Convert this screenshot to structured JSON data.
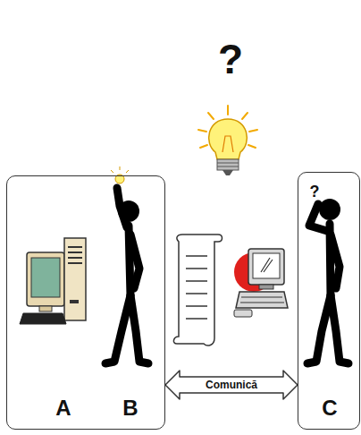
{
  "diagram": {
    "nodes": [
      {
        "text": [
          "A",
          "B"
        ]
      },
      {
        "text": [
          "C"
        ]
      }
    ],
    "edges": [
      {
        "from": 0,
        "to": 1,
        "label": "Comunică",
        "arrow": "both"
      }
    ],
    "labels": [
      "?",
      "?"
    ]
  }
}
